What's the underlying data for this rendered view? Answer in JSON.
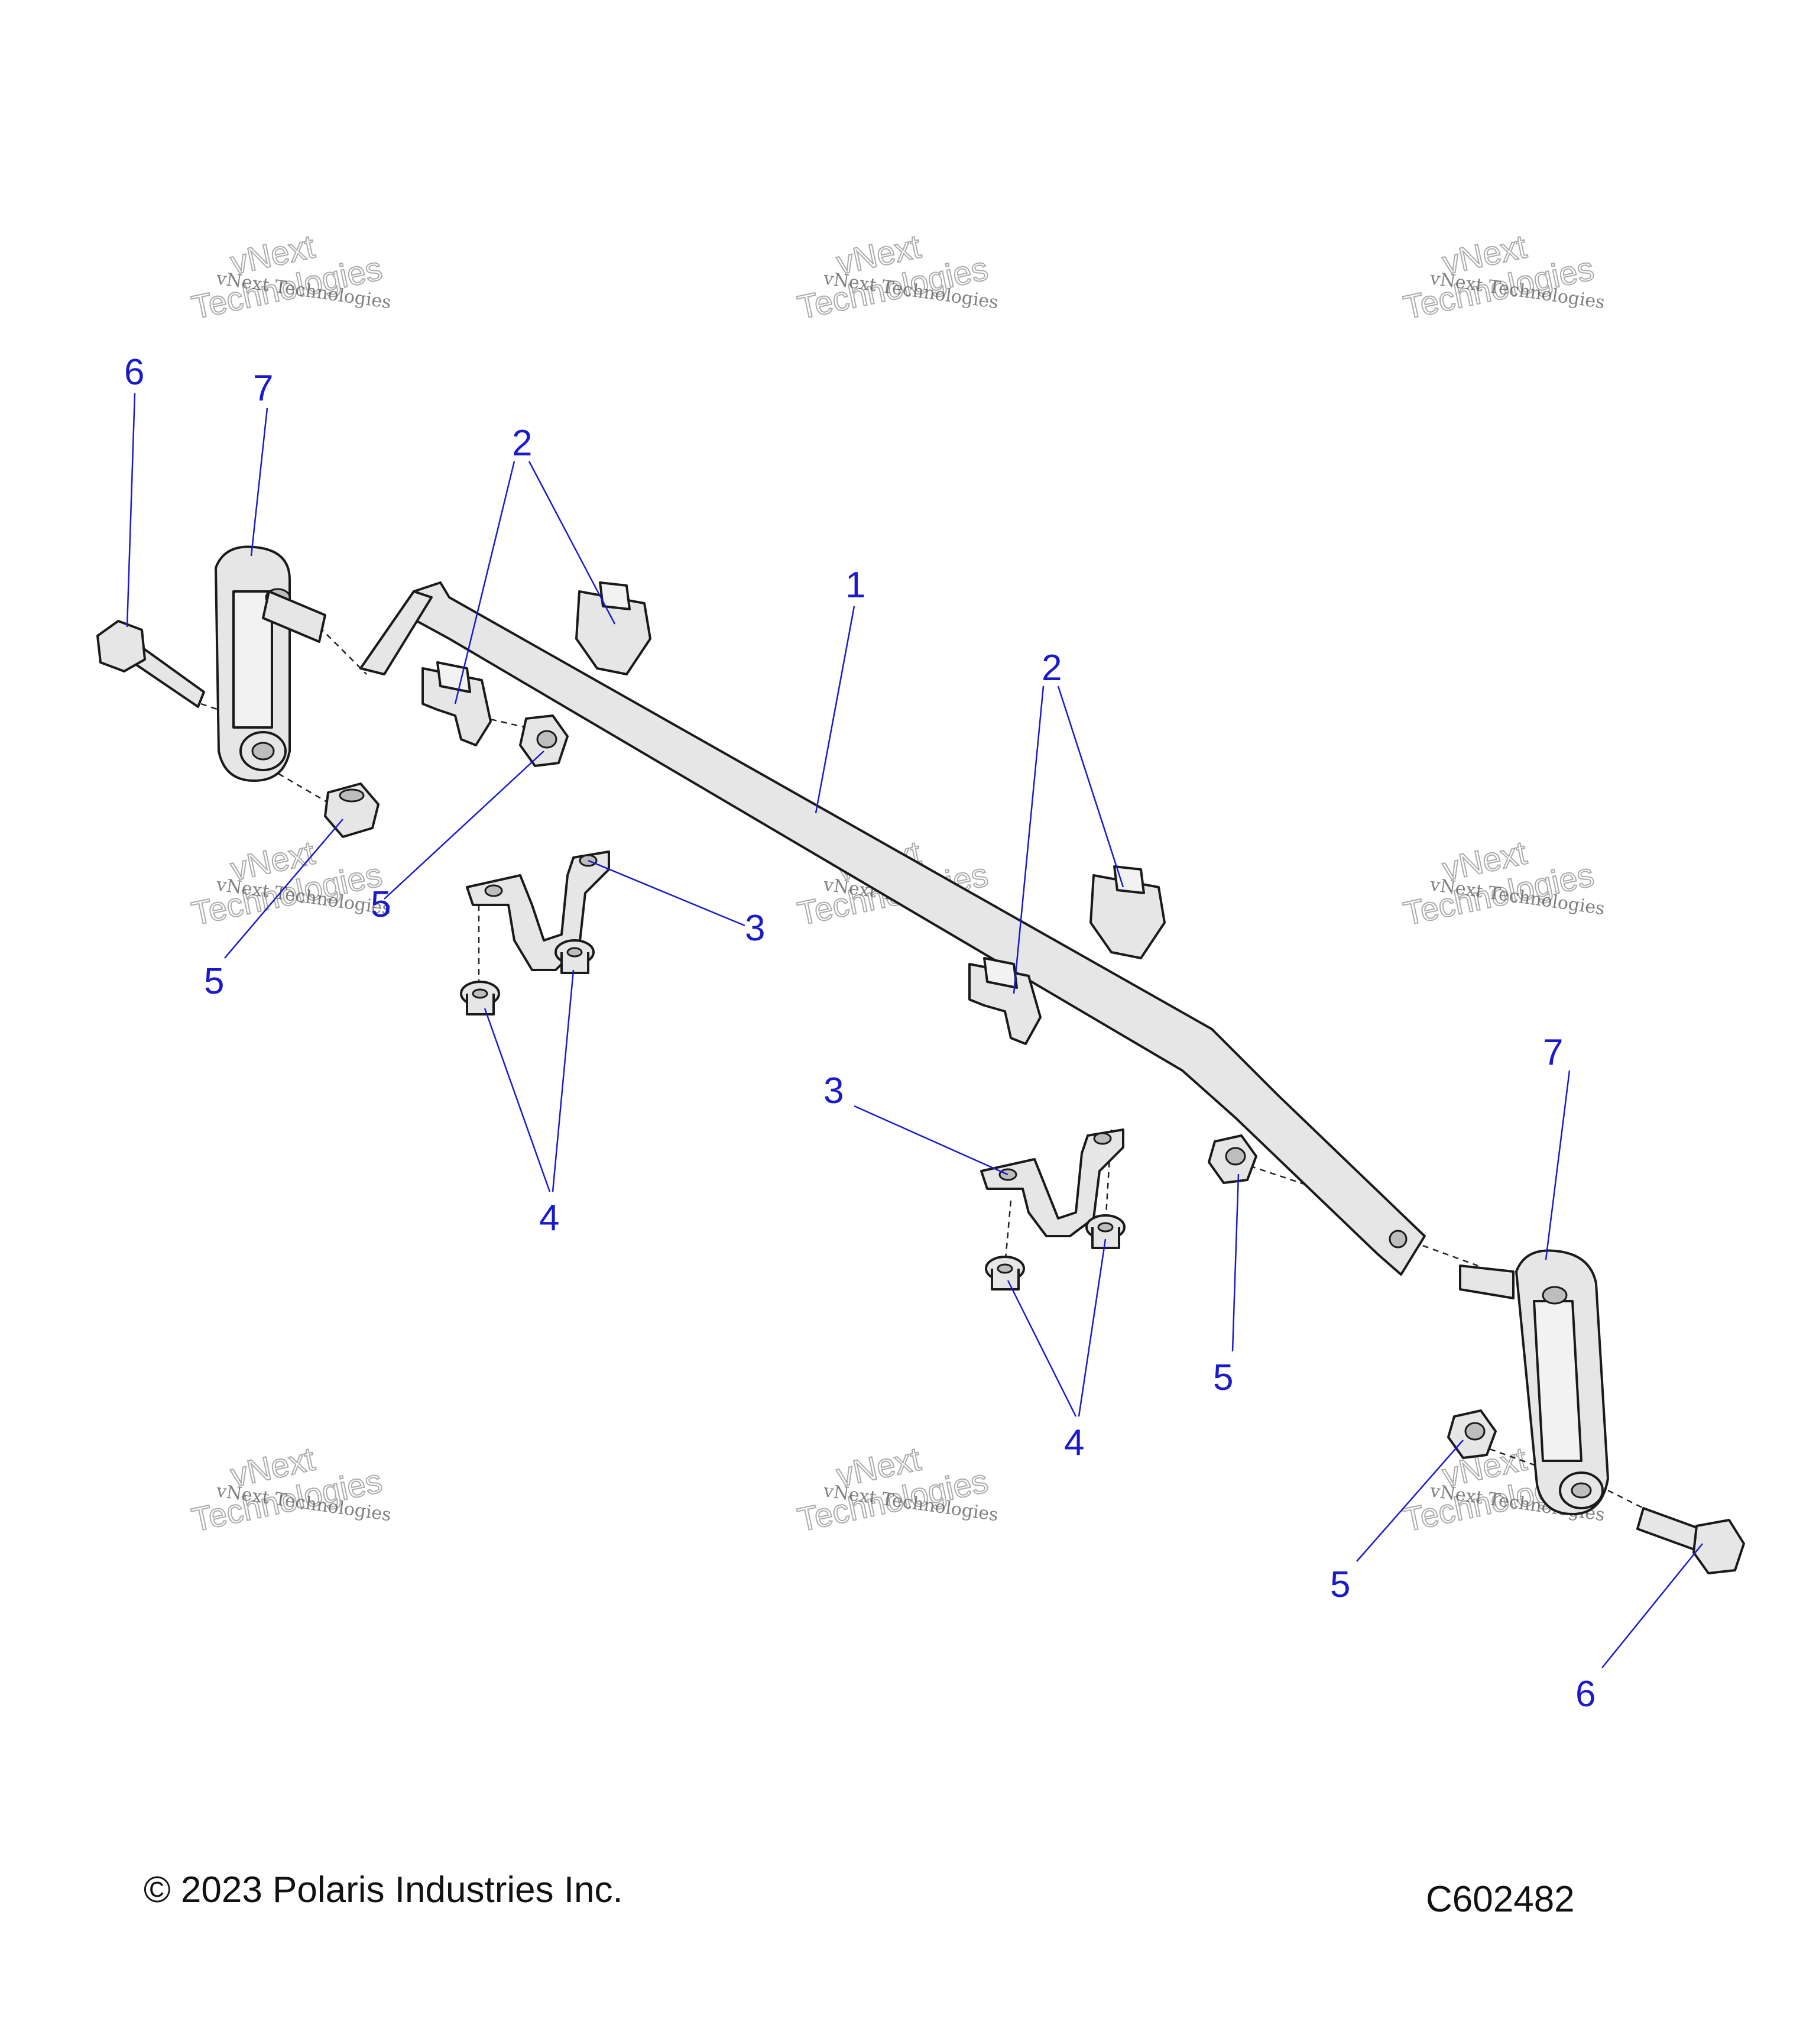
{
  "callouts": {
    "n1": "1",
    "n2a": "2",
    "n2b": "2",
    "n3a": "3",
    "n3b": "3",
    "n4a": "4",
    "n4b": "4",
    "n5a": "5",
    "n5b": "5",
    "n5c": "5",
    "n5d": "5",
    "n6a": "6",
    "n6b": "6",
    "n7a": "7",
    "n7b": "7"
  },
  "watermark": {
    "line1": "vNext Technologies",
    "line2a": "vNext",
    "line2b": "Technologies"
  },
  "footer": {
    "copyright": "© 2023 Polaris Industries Inc.",
    "figure_id": "C602482"
  },
  "colors": {
    "callout": "#1a1acc",
    "part_fill": "#e6e6e6",
    "outline": "#1a1a1a"
  }
}
